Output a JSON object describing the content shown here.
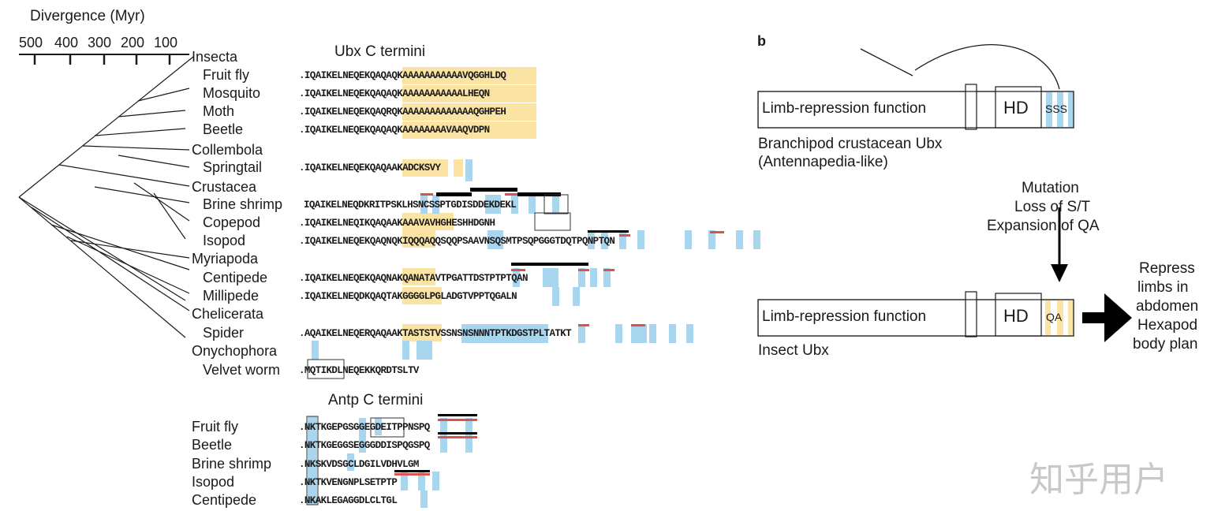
{
  "panel_b_label": "b",
  "divergence": {
    "title": "Divergence (Myr)",
    "ticks": [
      "500",
      "400",
      "300",
      "200",
      "100"
    ]
  },
  "ubx": {
    "title": "Ubx C termini",
    "groups": {
      "insecta": "Insecta",
      "collembola": "Collembola",
      "crustacea": "Crustacea",
      "myriapoda": "Myriapoda",
      "chelicerata": "Chelicerata",
      "onychophora": "Onychophora"
    },
    "rows": [
      {
        "species": "Fruit fly",
        "seq": ".IQAIKELNEQEKQAQAQKAAAAAAAAAAAVQGGHLDQ"
      },
      {
        "species": "Mosquito",
        "seq": ".IQAIKELNEQEKQAQAQKAAAAAAAAAAALHEQN"
      },
      {
        "species": "Moth",
        "seq": ".IQAIKELNEQEKQAQRQKAAAAAAAAAAAAAQGHPEH"
      },
      {
        "species": "Beetle",
        "seq": ".IQAIKELNEQEKQAQAQKAAAAAAAAVAAQVDPN"
      },
      {
        "species": "Springtail",
        "seq": ".IQAIKELNEQEKQAQAAKADCKSVY"
      },
      {
        "species": "Brine shrimp",
        "seq": "IQAIKELNEQDKRITPSKLHSNCSSPTGDISDDEKDEKL"
      },
      {
        "species": "Copepod",
        "seq": ".IQAIKELNEQIKQAQAAKAAAVAVHGHESHHDGNH"
      },
      {
        "species": "Isopod",
        "seq": ".IQAIKELNEQEKQAQNQKIQQQAQQSQQPSAAVNSQSMTPSQPGGGTDQTPQNPTQN"
      },
      {
        "species": "Centipede",
        "seq": ".IQAIKELNEQEKQAQNAKQANATAVTPGATTDSTPTPTQAN"
      },
      {
        "species": "Millipede",
        "seq": ".IQAIKELNEQDKQAQTAKGGGGLPGLADGTVPPTQGALN"
      },
      {
        "species": "Spider",
        "seq": ".AQAIKELNEQERQAQAAKTASTSTVSSNSNSNNNTPTKDGSTPLTATKT"
      },
      {
        "species": "Velvet worm",
        "seq": ".MQTIKDLNEQEKKQRDTSLTV"
      }
    ]
  },
  "antp": {
    "title": "Antp C termini",
    "rows": [
      {
        "species": "Fruit fly",
        "seq": ".NKTKGEPGSGGEGDEITPPNSPQ"
      },
      {
        "species": "Beetle",
        "seq": ".NKTKGEGGSEGGGDDISPQGSPQ"
      },
      {
        "species": "Brine shrimp",
        "seq": ".NKSKVDSGCLDGILVDHVLGM"
      },
      {
        "species": "Isopod",
        "seq": ".NKTKVENGNPLSETPTP"
      },
      {
        "species": "Centipede",
        "seq": ".NKAKLEGAGGDLCLTGL"
      }
    ]
  },
  "panel_b": {
    "top_box_label": "Limb-repression function",
    "top_hd": "HD",
    "top_motif": "SSS",
    "top_caption_line1": "Branchipod crustacean Ubx",
    "top_caption_line2": "(Antennapedia-like)",
    "mutation_line1": "Mutation",
    "mutation_line2": "Loss of S/T",
    "mutation_line3": "Expansion of QA",
    "bottom_box_label": "Limb-repression function",
    "bottom_hd": "HD",
    "bottom_motif": "QA",
    "bottom_caption": "Insect Ubx",
    "outcome_line1": "Repress",
    "outcome_line2": "limbs in",
    "outcome_line3": "abdomen",
    "outcome_line4": "Hexapod",
    "outcome_line5": "body plan"
  },
  "watermark": "知乎用户",
  "colors": {
    "qa_highlight": "#fbe3a3",
    "st_highlight": "#a9d6ef",
    "phos_red": "#d9534f",
    "motif_black": "#000000"
  }
}
